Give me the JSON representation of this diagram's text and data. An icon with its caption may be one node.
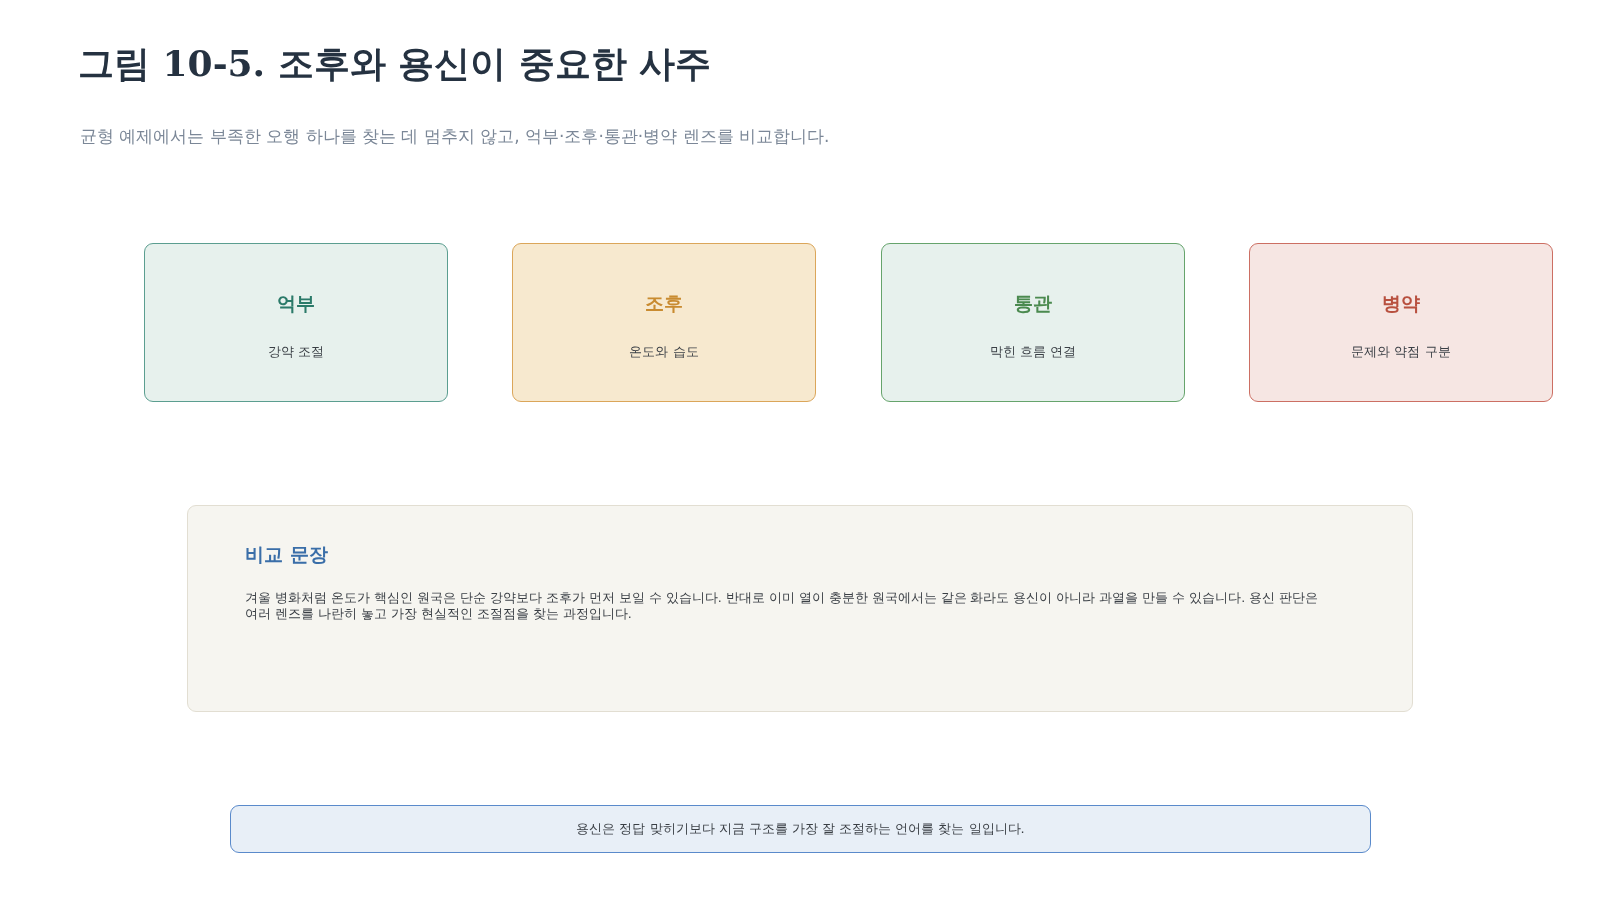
{
  "diagram": {
    "title": "그림 10-5. 조후와 용신이 중요한 사주",
    "nodes": [
      {
        "text": [
          "억부",
          "강약 조절"
        ]
      },
      {
        "text": [
          "조후",
          "온도와 습도"
        ]
      },
      {
        "text": [
          "통관",
          "막힌 흐름 연결"
        ]
      },
      {
        "text": [
          "병약",
          "문제와 약점 구분"
        ]
      },
      {
        "text": [
          "비교 문장",
          "겨울 병화처럼 온도가 핵심인 원국은 단순 강약보다 조후가 먼저 보일 수 있습니다. 반대로 이미 열이 충분한 원국에서는 같은 화라도 용신이 아니라 과열을 만들 수 있습니다. 용신 판단은 여러 렌즈를 나란히 놓고 가장 현실적인 조절점을 찾는 과정입니다."
        ]
      },
      {
        "text": [
          "용신은 정답 맞히기보다 지금 구조를 가장 잘 조절하는 언어를 찾는 일입니다."
        ]
      }
    ],
    "labels": [
      "균형 예제에서는 부족한 오행 하나를 찾는 데 멈추지 않고, 억부·조후·통관·병약 렌즈를 비교합니다."
    ]
  }
}
